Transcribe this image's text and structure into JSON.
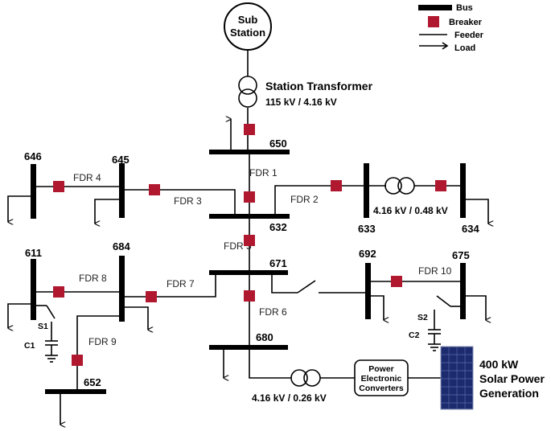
{
  "substation": {
    "line1": "Sub",
    "line2": "Station"
  },
  "station_transformer": {
    "title": "Station Transformer",
    "rating": "115 kV / 4.16 kV"
  },
  "buses": {
    "b650": "650",
    "b646": "646",
    "b645": "645",
    "b632": "632",
    "b633": "633",
    "b634": "634",
    "b611": "611",
    "b684": "684",
    "b671": "671",
    "b692": "692",
    "b675": "675",
    "b680": "680",
    "b652": "652"
  },
  "feeders": {
    "fdr1": "FDR 1",
    "fdr2": "FDR 2",
    "fdr3": "FDR 3",
    "fdr4": "FDR 4",
    "fdr5": "FDR 5",
    "fdr6": "FDR 6",
    "fdr7": "FDR 7",
    "fdr8": "FDR 8",
    "fdr9": "FDR 9",
    "fdr10": "FDR 10"
  },
  "transformers": {
    "t633_634": "4.16 kV / 0.48 kV",
    "t680": "4.16 kV / 0.26 kV"
  },
  "switches": {
    "s1": "S1",
    "s2": "S2"
  },
  "capacitors": {
    "c1": "C1",
    "c2": "C2"
  },
  "power_electronics": {
    "line1": "Power",
    "line2": "Electronic",
    "line3": "Converters"
  },
  "solar": {
    "line1": "400 kW",
    "line2": "Solar Power",
    "line3": "Generation"
  },
  "legend": {
    "bus": "Bus",
    "breaker": "Breaker",
    "feeder": "Feeder",
    "load": "Load"
  },
  "colors": {
    "breaker": "#b0182f",
    "panel": "#1c2b6e"
  }
}
